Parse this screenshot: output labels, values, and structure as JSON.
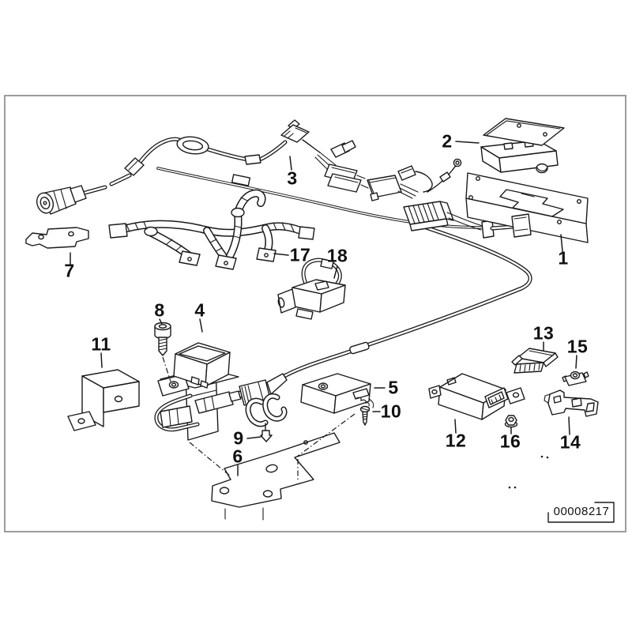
{
  "colors": {
    "line": "#1a1a1a",
    "frame": "#9c9c9c",
    "background": "#ffffff"
  },
  "stamp": {
    "value": "00008217"
  },
  "callouts": [
    {
      "label": "1"
    },
    {
      "label": "2"
    },
    {
      "label": "3"
    },
    {
      "label": "4"
    },
    {
      "label": "5"
    },
    {
      "label": "6"
    },
    {
      "label": "7"
    },
    {
      "label": "8"
    },
    {
      "label": "9"
    },
    {
      "label": "10"
    },
    {
      "label": "11"
    },
    {
      "label": "12"
    },
    {
      "label": "13"
    },
    {
      "label": "14"
    },
    {
      "label": "15"
    },
    {
      "label": "16"
    },
    {
      "label": "17"
    },
    {
      "label": "18"
    }
  ]
}
